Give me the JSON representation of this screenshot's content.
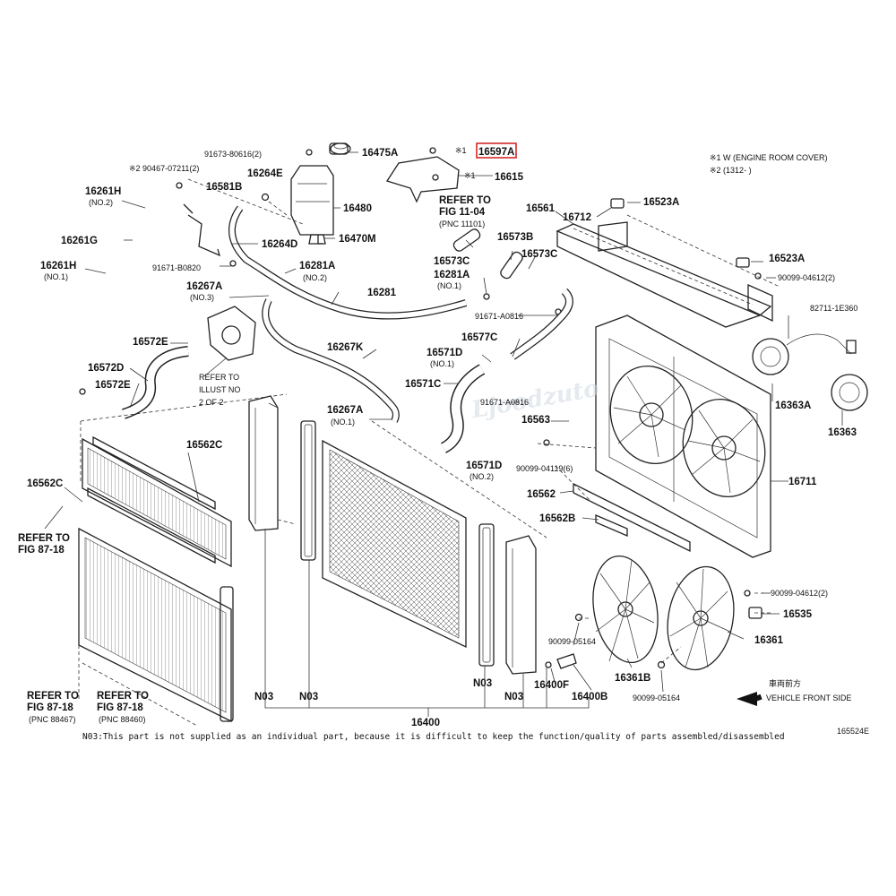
{
  "notes": {
    "note1": "※1  W (ENGINE ROOM COVER)",
    "note2": "※2  (1312-        )",
    "footnote": "N03:This part is not supplied as an individual part, because it is difficult to keep the function/quality of parts assembled/disassembled",
    "figure_code": "165524E",
    "front_jp": "車両前方",
    "front_en": "VEHICLE FRONT SIDE",
    "watermark": "Ljoodzuto"
  },
  "labels": {
    "p91673": "91673-80616(2)",
    "p16475a": "16475A",
    "m1a": "※1",
    "p16597a": "16597A",
    "m1b": "※1",
    "p16615": "16615",
    "p90467": "※2 90467-07211(2)",
    "p16264e": "16264E",
    "p16581b": "16581B",
    "p16261h2": "16261H",
    "p16261h2sub": "(NO.2)",
    "p16480": "16480",
    "refer1104a": "REFER TO",
    "refer1104b": "FIG 11-04",
    "refer1104c": "(PNC 11101)",
    "p16561": "16561",
    "p16712": "16712",
    "p16523a1": "16523A",
    "p16261g": "16261G",
    "p16264d": "16264D",
    "p16470m": "16470M",
    "p16573c1": "16573C",
    "p16573b": "16573B",
    "p16573c2": "16573C",
    "p16523a2": "16523A",
    "p16261h1": "16261H",
    "p16261h1sub": "(NO.1)",
    "p91671b": "91671-B0820",
    "p16281a2": "16281A",
    "p16281a2sub": "(NO.2)",
    "p16281a1": "16281A",
    "p16281a1sub": "(NO.1)",
    "p90099_4612a": "90099-04612(2)",
    "p16267a3": "16267A",
    "p16267a3sub": "(NO.3)",
    "p16281": "16281",
    "p91671a": "91671-A0816",
    "p82711": "82711-1E360",
    "p16572e1": "16572E",
    "p16267k": "16267K",
    "p16577c": "16577C",
    "p16571d1": "16571D",
    "p16571d1sub": "(NO.1)",
    "p16572d": "16572D",
    "p16571c": "16571C",
    "p16572e2": "16572E",
    "referIllA": "REFER TO",
    "referIllB": "ILLUST NO",
    "referIllC": "2 OF 2",
    "p91671a2": "91671-A0816",
    "p16363a": "16363A",
    "p16267a1": "16267A",
    "p16267a1sub": "(NO.1)",
    "p16563": "16563",
    "p16363": "16363",
    "p16562c1": "16562C",
    "p16571d2": "16571D",
    "p16571d2sub": "(NO.2)",
    "p90099_4119": "90099-04119(6)",
    "p16711": "16711",
    "p16562c2": "16562C",
    "p16562": "16562",
    "refer8718a": "REFER TO",
    "refer8718b": "FIG 87-18",
    "p16562b": "16562B",
    "p90099_4612b": "90099-04612(2)",
    "p16535": "16535",
    "p90099_5164a": "90099-05164",
    "p16361": "16361",
    "p16361b": "16361B",
    "p16400f": "16400F",
    "n03a": "N03",
    "n03b": "N03",
    "n03c": "N03",
    "n03d": "N03",
    "p16400b": "16400B",
    "p90099_5164b": "90099-05164",
    "refer88467a": "REFER TO",
    "refer88467b": "FIG 87-18",
    "refer88467c": "(PNC 88467)",
    "refer88460a": "REFER TO",
    "refer88460b": "FIG 87-18",
    "refer88460c": "(PNC 88460)",
    "p16400": "16400"
  },
  "colors": {
    "highlight": "#d62828",
    "ink": "#222222"
  }
}
